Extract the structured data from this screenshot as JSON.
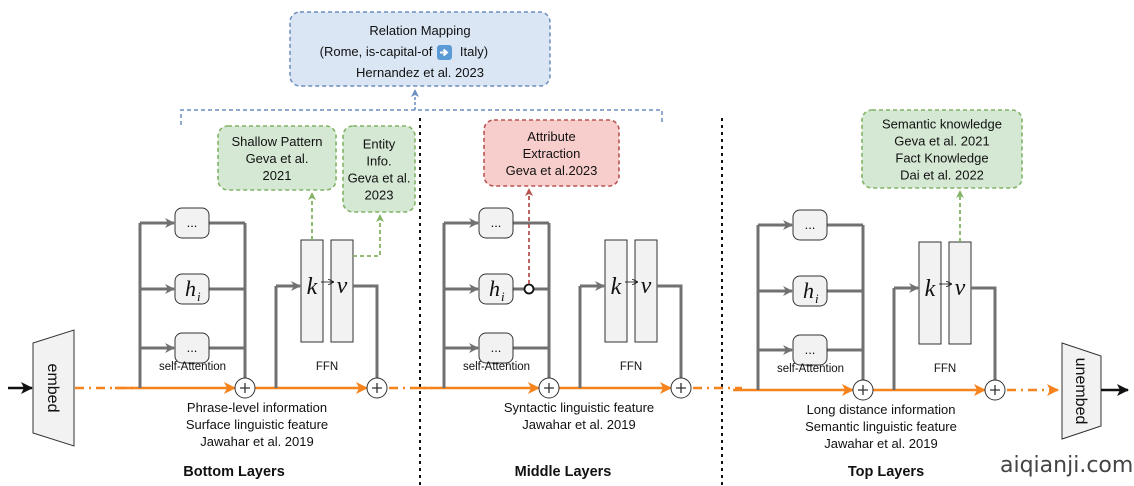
{
  "relation_box": {
    "line1": "Relation Mapping",
    "line2_prefix": "(Rome, is-capital-of",
    "line2_icon": "right-arrow-emoji-icon",
    "line2_suffix": "Italy)",
    "line3": "Hernandez et al. 2023"
  },
  "embed_label": "embed",
  "unembed_label": "unembed",
  "sections": [
    {
      "name": "Bottom Layers",
      "attention_label": "self-Attention",
      "ffn_label": "FFN",
      "head_labels": [
        "...",
        "h_i",
        "..."
      ],
      "key_label": "k",
      "value_label": "v",
      "description": [
        "Phrase-level information",
        "Surface linguistic feature",
        "Jawahar et al. 2019"
      ],
      "knowledge_boxes": [
        {
          "lines": [
            "Shallow Pattern",
            "Geva et al.",
            "2021"
          ],
          "color": "green"
        },
        {
          "lines": [
            "Entity",
            "Info.",
            "Geva et al.",
            "2023"
          ],
          "color": "green"
        }
      ]
    },
    {
      "name": "Middle Layers",
      "attention_label": "self-Attention",
      "ffn_label": "FFN",
      "head_labels": [
        "...",
        "h_i",
        "..."
      ],
      "key_label": "k",
      "value_label": "v",
      "description": [
        "Syntactic linguistic feature",
        "Jawahar et al. 2019"
      ],
      "knowledge_boxes": [
        {
          "lines": [
            "Attribute",
            "Extraction",
            "Geva et al.2023"
          ],
          "color": "red"
        }
      ]
    },
    {
      "name": "Top Layers",
      "attention_label": "self-Attention",
      "ffn_label": "FFN",
      "head_labels": [
        "...",
        "h_i",
        "..."
      ],
      "key_label": "k",
      "value_label": "v",
      "description": [
        "Long distance information",
        "Semantic linguistic feature",
        "Jawahar et al. 2019"
      ],
      "knowledge_boxes": [
        {
          "lines": [
            "Semantic knowledge",
            "Geva et al. 2021",
            "Fact Knowledge",
            "Dai et al. 2022"
          ],
          "color": "green"
        }
      ]
    }
  ],
  "watermark": "aiqianji.com",
  "colors": {
    "residual": "#f5841f",
    "gray_line": "#717171",
    "blue_box_fill": "#dae6f4",
    "blue_box_stroke": "#6c8ebf",
    "green_box_fill": "#d5e8d4",
    "green_box_stroke": "#82b366",
    "red_box_fill": "#f8cecc",
    "red_box_stroke": "#b85450",
    "block_fill": "#f2f2f2"
  }
}
